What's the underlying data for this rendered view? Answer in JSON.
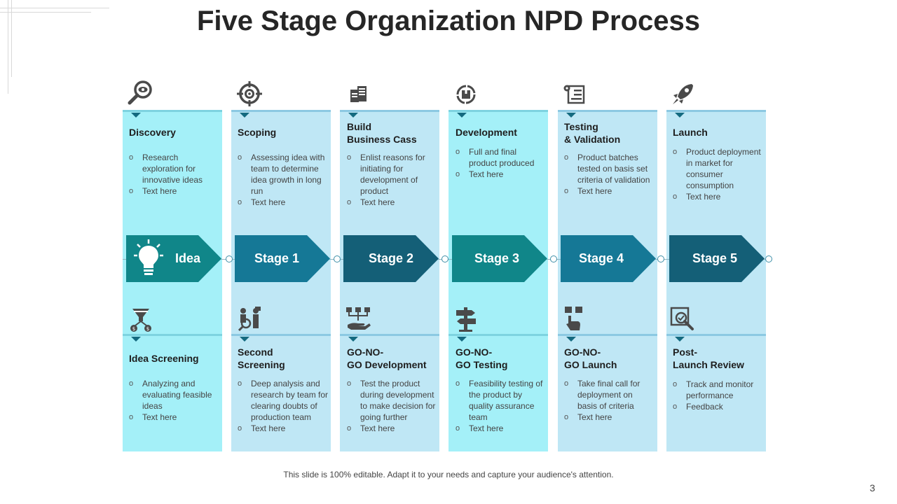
{
  "title": "Five Stage Organization NPD Process",
  "footer": "This slide is 100% editable. Adapt it to your needs and capture your audience's attention.",
  "page_number": "3",
  "colors": {
    "col_light_cyan": "#a4f0f8",
    "col_light_blue": "#bfe7f5",
    "stage_teal": "#108689",
    "stage_blue": "#157896",
    "stage_dark": "#145f77",
    "icon_gray": "#4a4a4a"
  },
  "stages": [
    {
      "label": "Idea",
      "color": "#108689",
      "icon": "light-bulb-icon"
    },
    {
      "label": "Stage 1",
      "color": "#157896",
      "icon": ""
    },
    {
      "label": "Stage 2",
      "color": "#145f77",
      "icon": ""
    },
    {
      "label": "Stage 3",
      "color": "#108689",
      "icon": ""
    },
    {
      "label": "Stage 4",
      "color": "#157896",
      "icon": ""
    },
    {
      "label": "Stage 5",
      "color": "#145f77",
      "icon": ""
    }
  ],
  "top_columns": [
    {
      "title": "Discovery",
      "icon": "magnifier-eye-icon",
      "bullets": [
        "Research exploration for innovative  ideas",
        "Text here"
      ]
    },
    {
      "title": "Scoping",
      "icon": "target-icon",
      "bullets": [
        "Assessing idea with team to determine idea growth in long run",
        "Text here"
      ]
    },
    {
      "title": "Build\nBusiness Cass",
      "icon": "documents-icon",
      "bullets": [
        "Enlist reasons for initiating for development  of product",
        "Text here"
      ]
    },
    {
      "title": "Development",
      "icon": "box-cycle-icon",
      "bullets": [
        "Full and final product produced",
        "Text here"
      ]
    },
    {
      "title": "Testing\n& Validation",
      "icon": "test-report-icon",
      "bullets": [
        "Product batches tested on basis set criteria of validation",
        "Text here"
      ]
    },
    {
      "title": "Launch",
      "icon": "rocket-icon",
      "bullets": [
        "Product deployment in market for consumer consumption",
        "Text here"
      ]
    }
  ],
  "bottom_columns": [
    {
      "title": "Idea Screening",
      "icon": "funnel-coins-icon",
      "bullets": [
        "Analyzing and evaluating feasible ideas",
        "Text here"
      ]
    },
    {
      "title": "Second\nScreening",
      "icon": "people-search-icon",
      "bullets": [
        "Deep analysis and research by team for clearing doubts of production team",
        "Text here"
      ]
    },
    {
      "title": "GO-NO-\nGO Development",
      "icon": "decision-hand-icon",
      "bullets": [
        "Test the product during development  to make decision for going further",
        "Text here"
      ]
    },
    {
      "title": "GO-NO-\nGO Testing",
      "icon": "signpost-icon",
      "bullets": [
        "Feasibility testing of the product by quality assurance team",
        "Text here"
      ]
    },
    {
      "title": "GO-NO-\nGO Launch",
      "icon": "touch-choice-icon",
      "bullets": [
        "Take final call for deployment on basis of criteria",
        "Text here"
      ]
    },
    {
      "title": "Post-\nLaunch Review",
      "icon": "review-magnifier-icon",
      "bullets": [
        "Track and monitor performance",
        "Feedback"
      ]
    }
  ]
}
